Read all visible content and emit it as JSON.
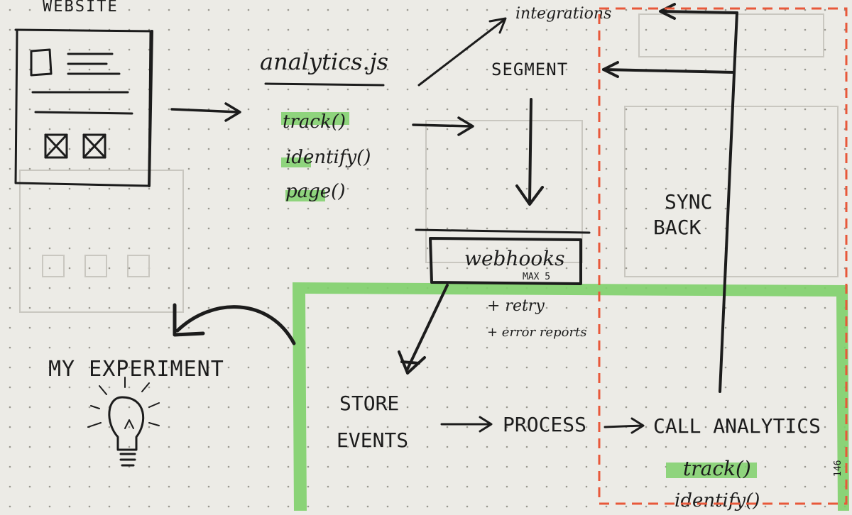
{
  "website": {
    "label": "WEBSITE"
  },
  "library": {
    "title": "analytics.js",
    "methods": [
      "track()",
      "identify()",
      "page()"
    ]
  },
  "segment": {
    "label": "SEGMENT",
    "integrations": "integrations"
  },
  "webhooks": {
    "title": "webhooks",
    "note": "MAX 5",
    "features": [
      "+ retry",
      "+ error reports"
    ]
  },
  "experiment": {
    "label": "MY EXPERIMENT"
  },
  "flow": {
    "store": [
      "STORE",
      "EVENTS"
    ],
    "process": "PROCESS",
    "call": "CALL ANALYTICS",
    "call_methods": [
      "track()",
      "identify()"
    ]
  },
  "sync": {
    "lines": [
      "SYNC",
      "BACK"
    ]
  },
  "page_number": "146",
  "colors": {
    "highlight": "#7fd06a",
    "dashed_box": "#e8583a",
    "ink": "#1c1c1c"
  },
  "icons": {
    "bulb": "lightbulb-icon"
  }
}
